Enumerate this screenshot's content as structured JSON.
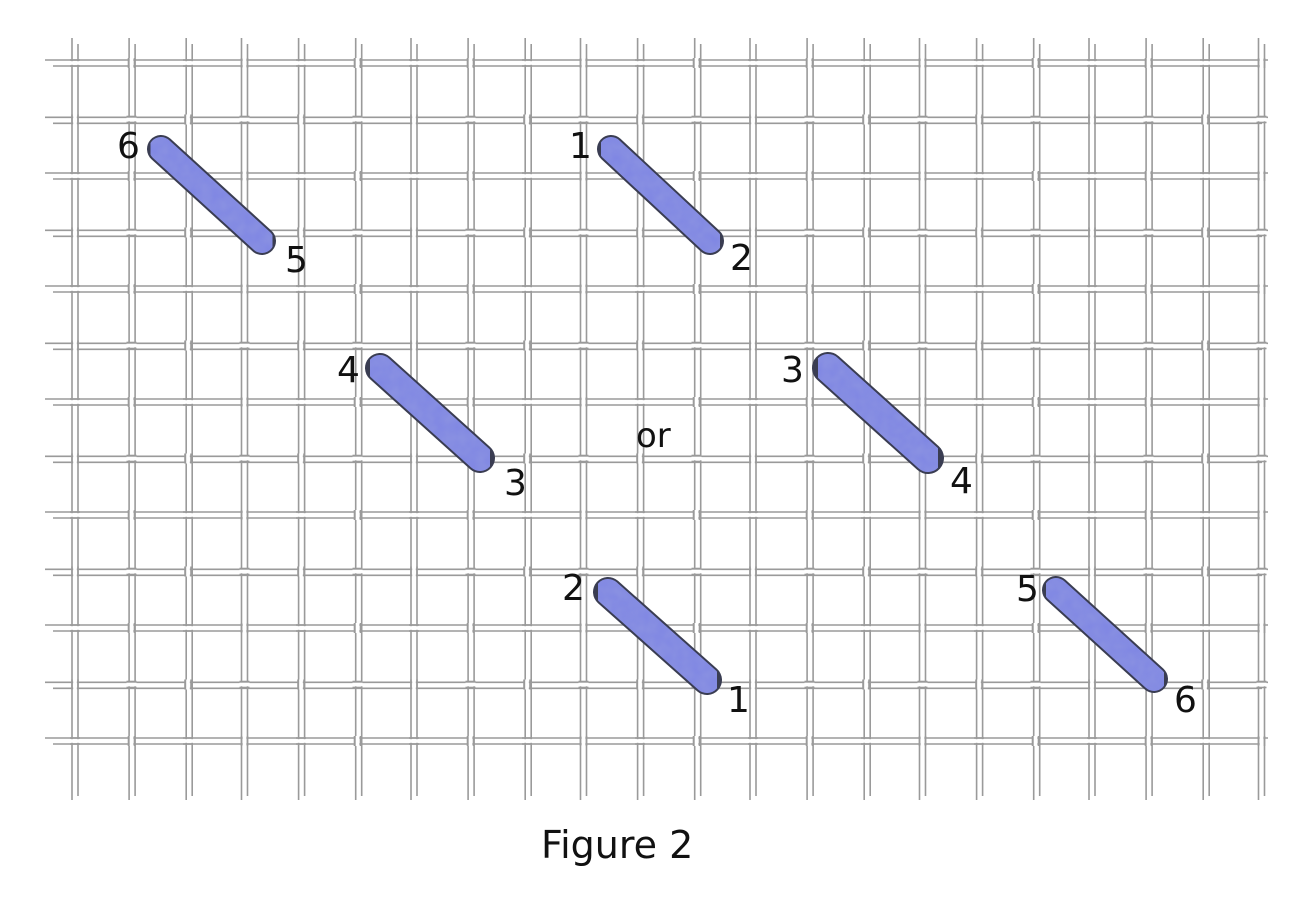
{
  "figure": {
    "caption": "Figure 2",
    "separator": "or"
  },
  "colors": {
    "background": "#ffffff",
    "canvas_thread": "#ffffff",
    "canvas_outline": "#9a9a9a",
    "stitch_fill": "#7f86e3",
    "stitch_outline": "#3a3d52",
    "text": "#111111"
  },
  "sequences": [
    {
      "name": "left-sequence",
      "stitches": [
        {
          "id": "left-top",
          "start_label": "6",
          "end_label": "5"
        },
        {
          "id": "left-middle",
          "start_label": "4",
          "end_label": "3"
        },
        {
          "id": "left-bottom",
          "start_label": "2",
          "end_label": "1"
        }
      ]
    },
    {
      "name": "right-sequence",
      "stitches": [
        {
          "id": "right-top",
          "start_label": "1",
          "end_label": "2"
        },
        {
          "id": "right-middle",
          "start_label": "3",
          "end_label": "4"
        },
        {
          "id": "right-bottom",
          "start_label": "5",
          "end_label": "6"
        }
      ]
    }
  ]
}
